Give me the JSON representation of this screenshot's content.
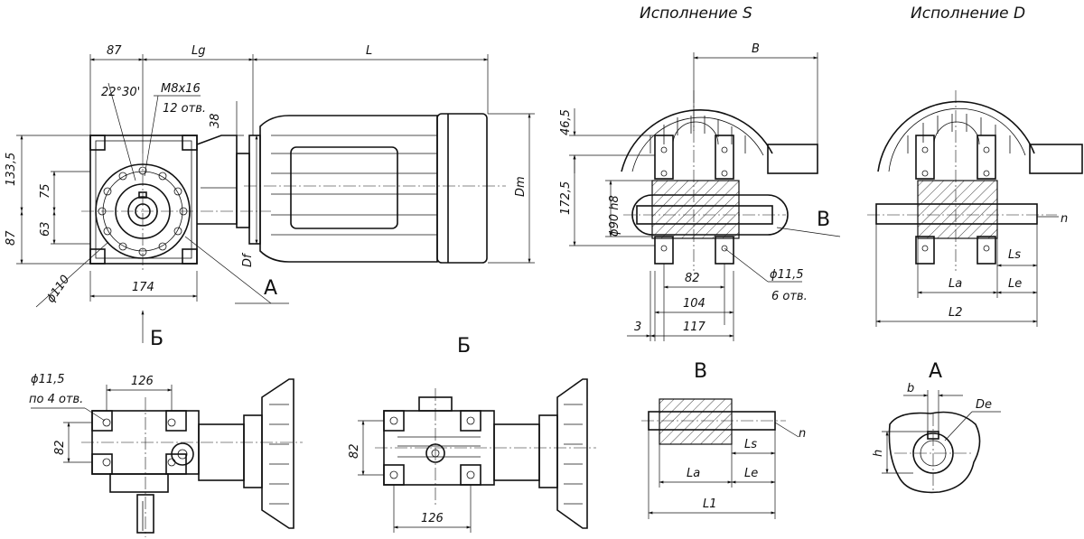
{
  "titles": {
    "variant_s": "Исполнение S",
    "variant_d": "Исполнение D"
  },
  "dimensions": {
    "d87_top": "87",
    "lg": "Lg",
    "l": "L",
    "angle": "22°30'",
    "thread": "M8x16",
    "holes12": "12 отв.",
    "d38": "38",
    "d133": "133,5",
    "d75": "75",
    "d63": "63",
    "d87_side": "87",
    "df": "Df",
    "dm": "Dm",
    "dia110": "ϕ110",
    "d174": "174",
    "b_top": "B",
    "d46": "46,5",
    "d172": "172,5",
    "dia90": "ϕ90 h8",
    "d82_s": "82",
    "d104": "104",
    "d117": "117",
    "d3": "3",
    "dia11_s": "ϕ11,5",
    "holes6": "6 отв.",
    "ls_d": "Ls",
    "la_d": "La",
    "le_d": "Le",
    "l2": "L2",
    "n_d": "n",
    "dia11_b": "ϕ11,5",
    "holes4": "по 4 отв.",
    "d126_l": "126",
    "d82_l": "82",
    "d82_m": "82",
    "d126_m": "126",
    "n_v": "n",
    "ls_v": "Ls",
    "la_v": "La",
    "le_v": "Le",
    "l1": "L1",
    "b_a": "b",
    "de": "De",
    "h": "h"
  },
  "view_labels": {
    "a_arrow": "A",
    "b_arrow": "Б",
    "v_arrow": "В",
    "view_b": "Б",
    "view_v": "В",
    "view_a": "A"
  }
}
